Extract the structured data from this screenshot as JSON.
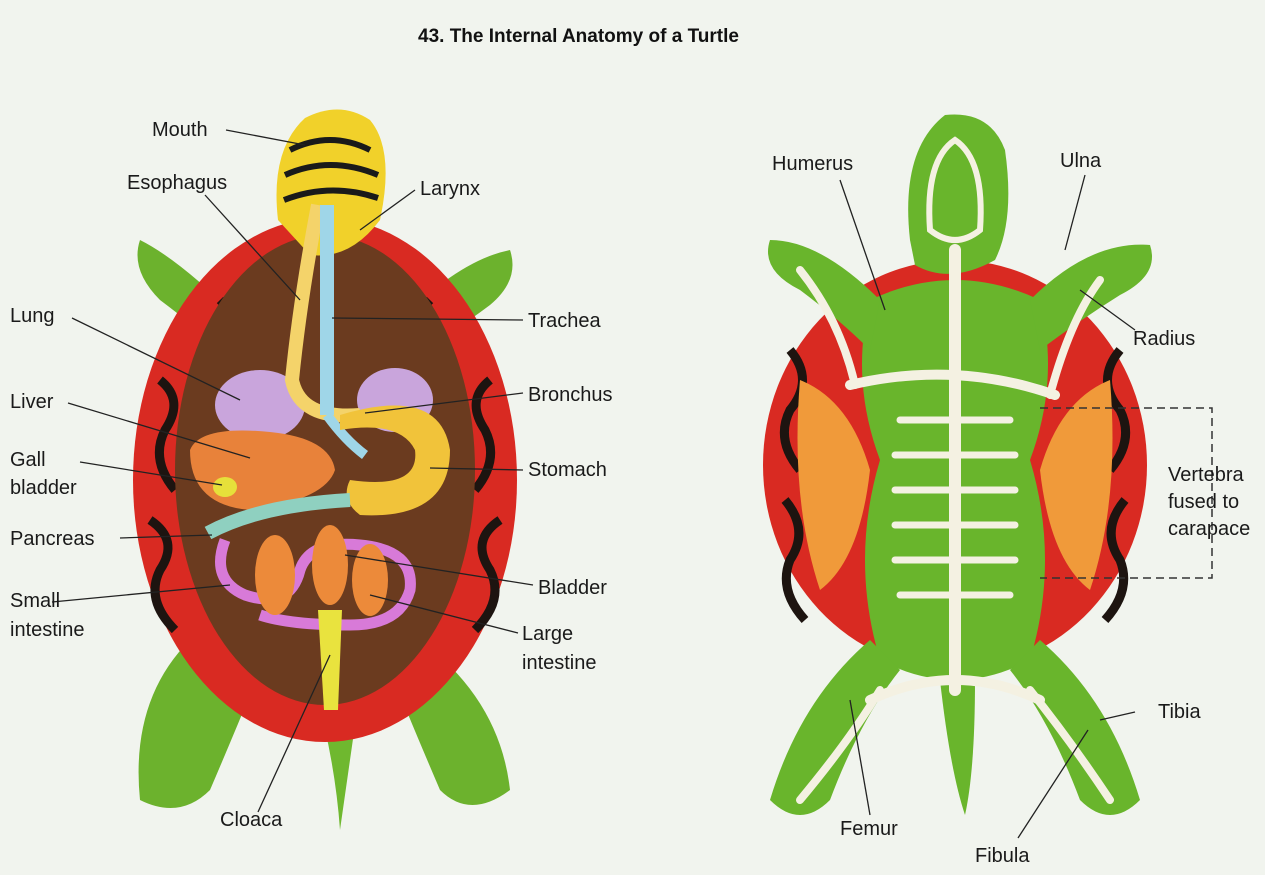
{
  "title": "43.   The Internal Anatomy of a Turtle",
  "left_figure": {
    "labels": {
      "mouth": "Mouth",
      "esophagus": "Esophagus",
      "larynx": "Larynx",
      "lung": "Lung",
      "trachea": "Trachea",
      "liver": "Liver",
      "bronchus": "Bronchus",
      "gall_line1": "Gall",
      "gall_line2": "bladder",
      "stomach": "Stomach",
      "pancreas": "Pancreas",
      "small_line1": "Small",
      "small_line2": "intestine",
      "bladder": "Bladder",
      "large_line1": "Large",
      "large_line2": "intestine",
      "cloaca": "Cloaca"
    }
  },
  "right_figure": {
    "labels": {
      "humerus": "Humerus",
      "ulna": "Ulna",
      "radius": "Radius",
      "vert_line1": "Vertebra",
      "vert_line2": "fused to",
      "vert_line3": "carapace",
      "femur": "Femur",
      "tibia": "Tibia",
      "fibula": "Fibula"
    }
  },
  "colors": {
    "background": "#f1f4ee",
    "shell_red": "#d92a22",
    "shell_dark": "#1d1410",
    "cavity_brown": "#6b3b1f",
    "skin_green": "#69b52c",
    "bone_white": "#f4f1e2",
    "lung_lilac": "#c9a5dc",
    "liver_orange": "#e8823a",
    "stomach_yellow": "#f1c33a",
    "trachea_blue": "#9fd6e8",
    "intestine_pink": "#d87ad8",
    "pancreas_teal": "#8fd0c0"
  }
}
